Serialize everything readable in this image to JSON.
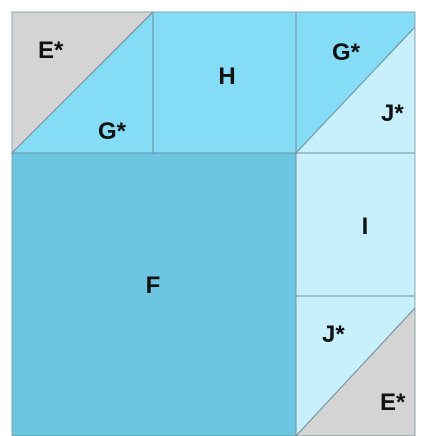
{
  "colors": {
    "gray": "#d4d4d4",
    "medium_blue": "#84dcf6",
    "dark_blue": "#6cc6e2",
    "light_blue": "#c8f0fc",
    "outline": "#8aa6b3"
  },
  "labels": {
    "e_top_left": "E*",
    "g_top_left": "G*",
    "h": "H",
    "g_top_right": "G*",
    "j_top_right": "J*",
    "f": "F",
    "i": "I",
    "j_bottom_right": "J*",
    "e_bottom_right": "E*"
  }
}
